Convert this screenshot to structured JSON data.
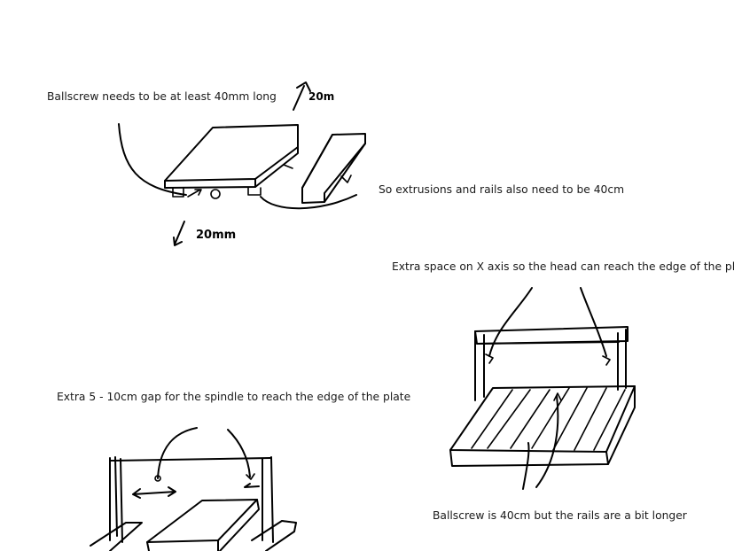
{
  "notes": {
    "ballscrew_length": "Ballscrew needs to be at least 40mm long",
    "extrusions_rails": "So extrusions and rails also need to be 40cm",
    "extra_space_x": "Extra space on X axis so the head can reach the edge of the plate",
    "spindle_gap": "Extra 5 - 10cm gap for the spindle to reach the edge of the plate",
    "ballscrew_rails": "Ballscrew is 40cm but the rails are a bit longer"
  },
  "sketch_labels": {
    "dim_up": "20m",
    "dim_down": "20mm"
  }
}
